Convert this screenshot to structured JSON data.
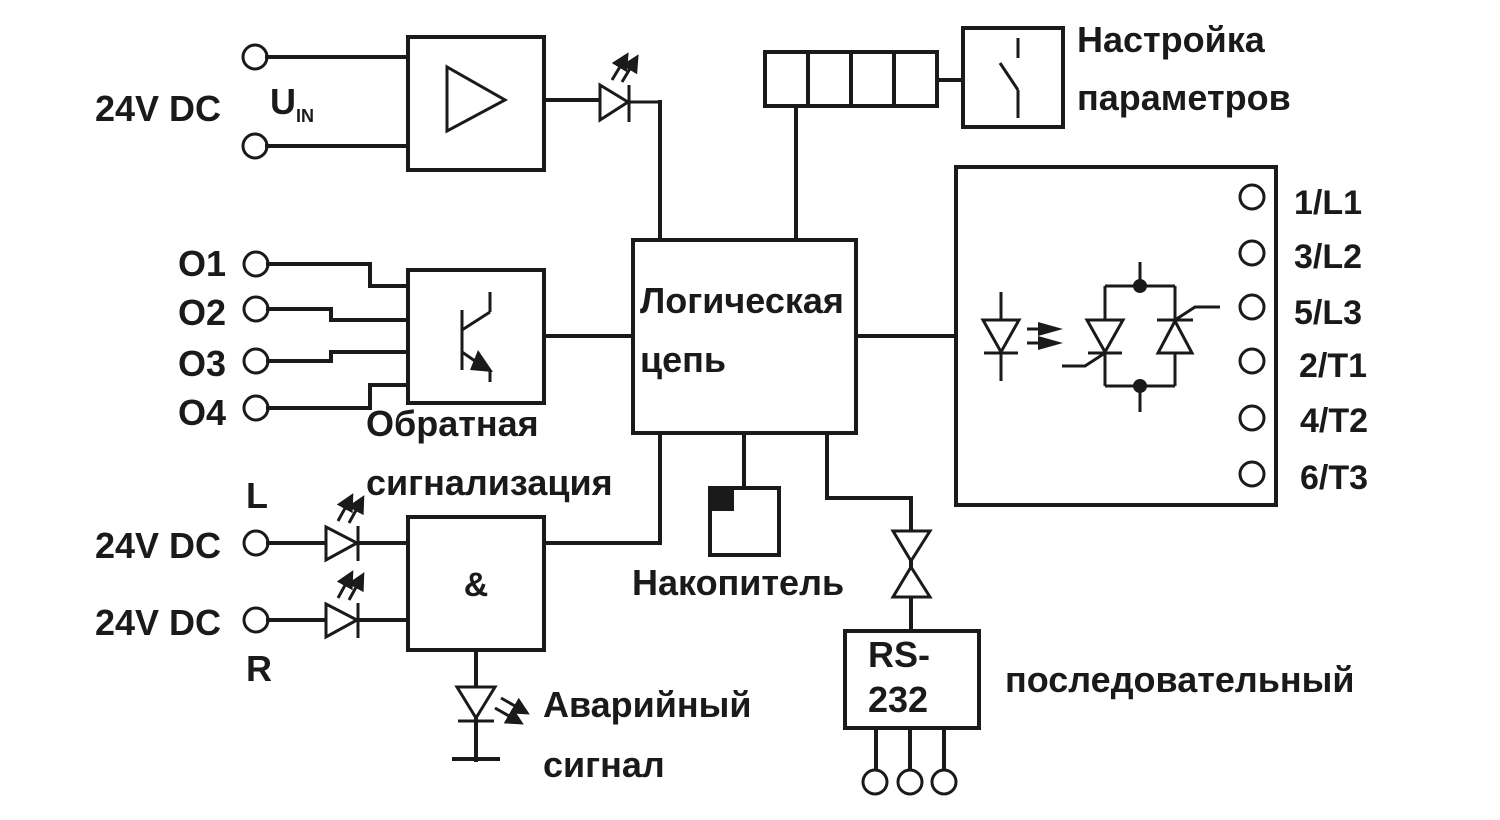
{
  "diagram": {
    "type": "block-diagram",
    "power_input": {
      "voltage_label": "24V DC",
      "signal_label": "U",
      "signal_subscript": "IN"
    },
    "settings": {
      "line1": "Настройка",
      "line2": "параметров"
    },
    "logic": {
      "line1": "Логическая",
      "line2": "цепь"
    },
    "feedback": {
      "outputs": [
        "O1",
        "O2",
        "O3",
        "O4"
      ],
      "line1": "Обратная",
      "line2": "сигнализация"
    },
    "enable_inputs": {
      "left_label": "L",
      "right_label": "R",
      "input_voltage_labels": [
        "24V DC",
        "24V DC"
      ],
      "gate_symbol": "&"
    },
    "alarm": {
      "line1": "Аварийный",
      "line2": "сигнал"
    },
    "storage": {
      "label": "Накопитель"
    },
    "serial": {
      "box_line1": "RS-",
      "box_line2": "232",
      "label": "последовательный"
    },
    "power_terminals": [
      "1/L1",
      "3/L2",
      "5/L3",
      "2/T1",
      "4/T2",
      "6/T3"
    ]
  }
}
